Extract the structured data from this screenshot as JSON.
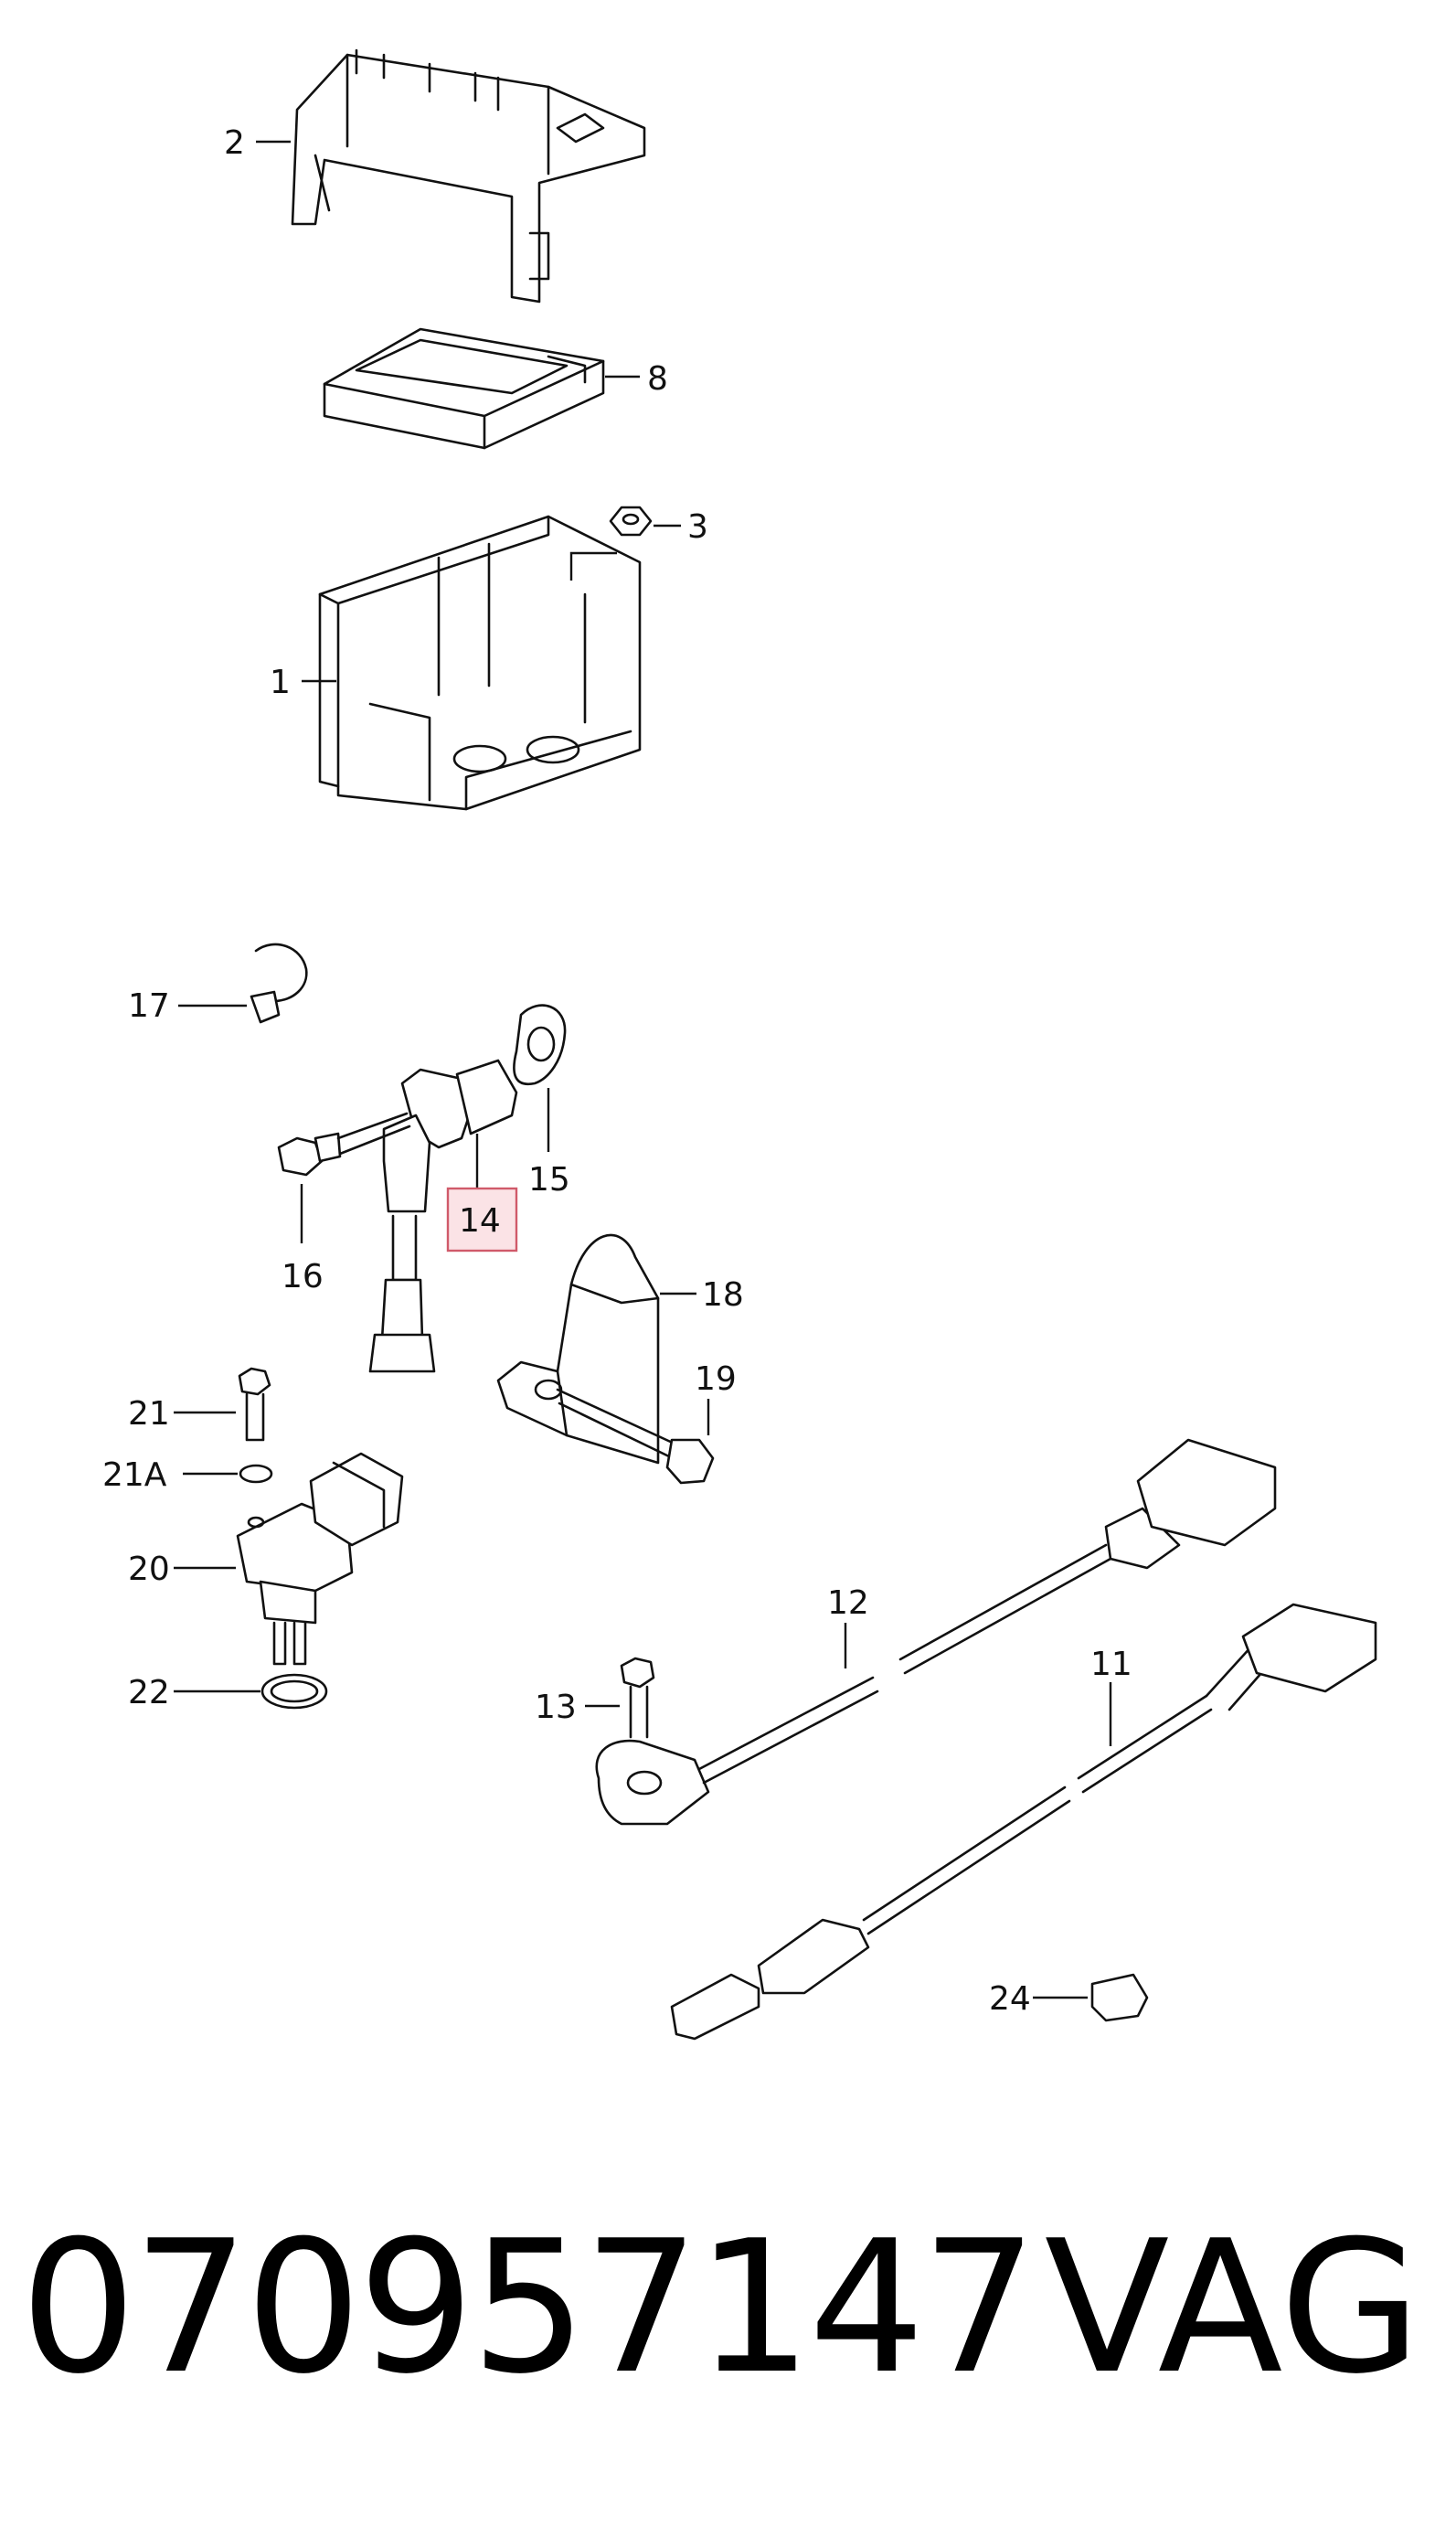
{
  "callouts": {
    "c1": "1",
    "c2": "2",
    "c3": "3",
    "c8": "8",
    "c11": "11",
    "c12": "12",
    "c13": "13",
    "c14": "14",
    "c15": "15",
    "c16": "16",
    "c17": "17",
    "c18": "18",
    "c19": "19",
    "c20": "20",
    "c21": "21",
    "c21a": "21A",
    "c22": "22",
    "c24": "24"
  },
  "highlighted_callout": "14",
  "colors": {
    "highlight_fill": "#fbe3e6",
    "highlight_stroke": "#d05a6a",
    "line": "#111111"
  },
  "footer": {
    "part_number": "070957147",
    "brand": "VAG"
  }
}
